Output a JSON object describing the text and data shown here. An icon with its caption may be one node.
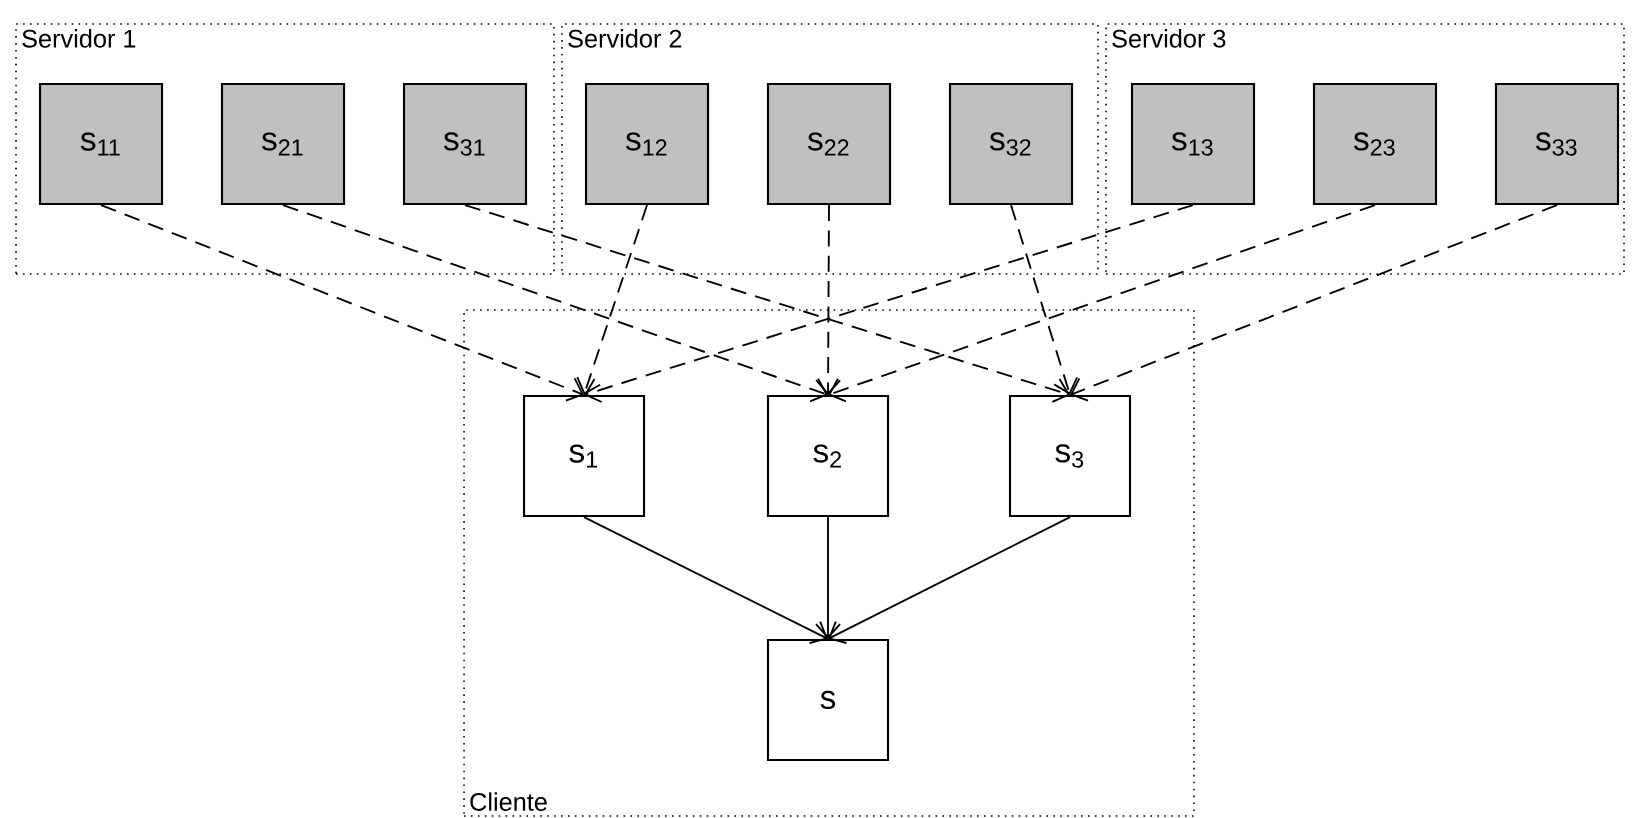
{
  "diagram": {
    "nodes": [
      {
        "text": [
          "Servidor 1"
        ]
      },
      {
        "text": [
          "s$_{11}$"
        ],
        "in": 0
      },
      {
        "text": [
          "s$_{21}$"
        ],
        "in": 0
      },
      {
        "text": [
          "s$_{31}$"
        ],
        "in": 0
      },
      {
        "text": [
          "Servidor 2"
        ]
      },
      {
        "text": [
          "s$_{12}$"
        ],
        "in": 4
      },
      {
        "text": [
          "s$_{22}$"
        ],
        "in": 4
      },
      {
        "text": [
          "s$_{32}$"
        ],
        "in": 4
      },
      {
        "text": [
          "Servidor 3"
        ]
      },
      {
        "text": [
          "s$_{13}$"
        ],
        "in": 8
      },
      {
        "text": [
          "s$_{23}$"
        ],
        "in": 8
      },
      {
        "text": [
          "s$_{33}$"
        ],
        "in": 8
      },
      {
        "text": [
          "Cliente"
        ]
      },
      {
        "text": [
          "s$_{1}$"
        ],
        "in": 12
      },
      {
        "text": [
          "s$_{2}$"
        ],
        "in": 12
      },
      {
        "text": [
          "s$_{3}$"
        ],
        "in": 12
      },
      {
        "text": [
          "s"
        ],
        "in": 12
      }
    ],
    "edges": [
      {
        "from": 1,
        "to": 13,
        "arrow": "to",
        "style": "dashed"
      },
      {
        "from": 2,
        "to": 14,
        "arrow": "to",
        "style": "dashed"
      },
      {
        "from": 3,
        "to": 15,
        "arrow": "to",
        "style": "dashed"
      },
      {
        "from": 5,
        "to": 13,
        "arrow": "to",
        "style": "dashed"
      },
      {
        "from": 6,
        "to": 14,
        "arrow": "to",
        "style": "dashed"
      },
      {
        "from": 7,
        "to": 15,
        "arrow": "to",
        "style": "dashed"
      },
      {
        "from": 9,
        "to": 13,
        "arrow": "to",
        "style": "dashed"
      },
      {
        "from": 10,
        "to": 14,
        "arrow": "to",
        "style": "dashed"
      },
      {
        "from": 11,
        "to": 15,
        "arrow": "to",
        "style": "dashed"
      },
      {
        "from": 13,
        "to": 16,
        "arrow": "to"
      },
      {
        "from": 14,
        "to": 16,
        "arrow": "to"
      },
      {
        "from": 15,
        "to": 16,
        "arrow": "to"
      }
    ]
  }
}
